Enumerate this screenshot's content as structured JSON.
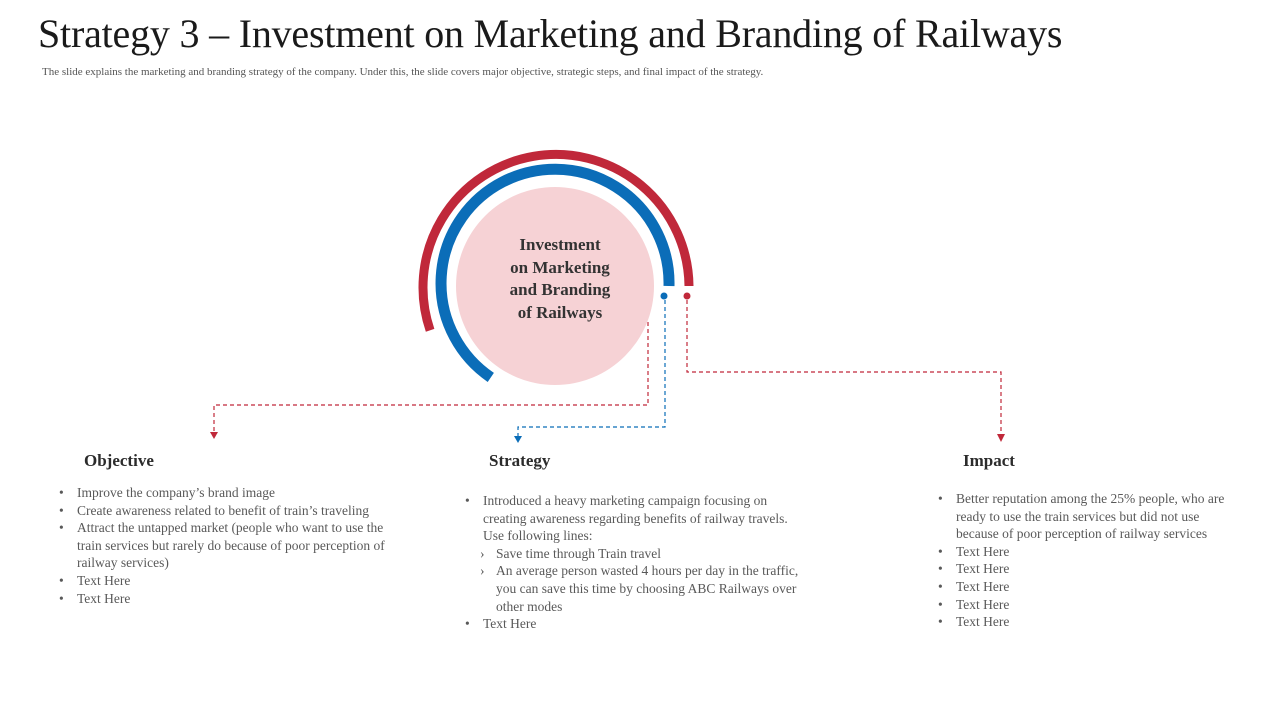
{
  "header": {
    "title": "Strategy 3 – Investment on Marketing and Branding of Railways",
    "subtitle": "The slide explains the marketing and branding strategy of the company. Under this, the slide covers major objective, strategic steps, and final impact of the strategy."
  },
  "center": {
    "label_lines": [
      "Investment",
      "on Marketing",
      "and Branding",
      "of Railways"
    ]
  },
  "colors": {
    "red": "#c0283a",
    "blue": "#0b6db8",
    "pink": "#f6d2d5"
  },
  "columns": {
    "objective": {
      "heading": "Objective",
      "items": [
        "Improve the company’s brand image",
        "Create awareness related to benefit of train’s traveling",
        "Attract the untapped market (people who want to use the train services but rarely do because of poor perception of railway services)",
        "Text Here",
        "Text Here"
      ]
    },
    "strategy": {
      "heading": "Strategy",
      "intro": "Introduced a heavy marketing campaign focusing on creating awareness regarding benefits of railway travels. Use following lines:",
      "sub_items": [
        "Save time through Train travel",
        "An average person wasted 4 hours per day in the traffic, you can save this time by choosing ABC Railways over other modes"
      ],
      "last": "Text Here"
    },
    "impact": {
      "heading": "Impact",
      "items": [
        "Better reputation among the 25% people, who are ready to use the train services but did not use because of poor perception of railway services",
        "Text Here",
        "Text Here",
        "Text Here",
        "Text Here",
        "Text Here"
      ]
    }
  }
}
